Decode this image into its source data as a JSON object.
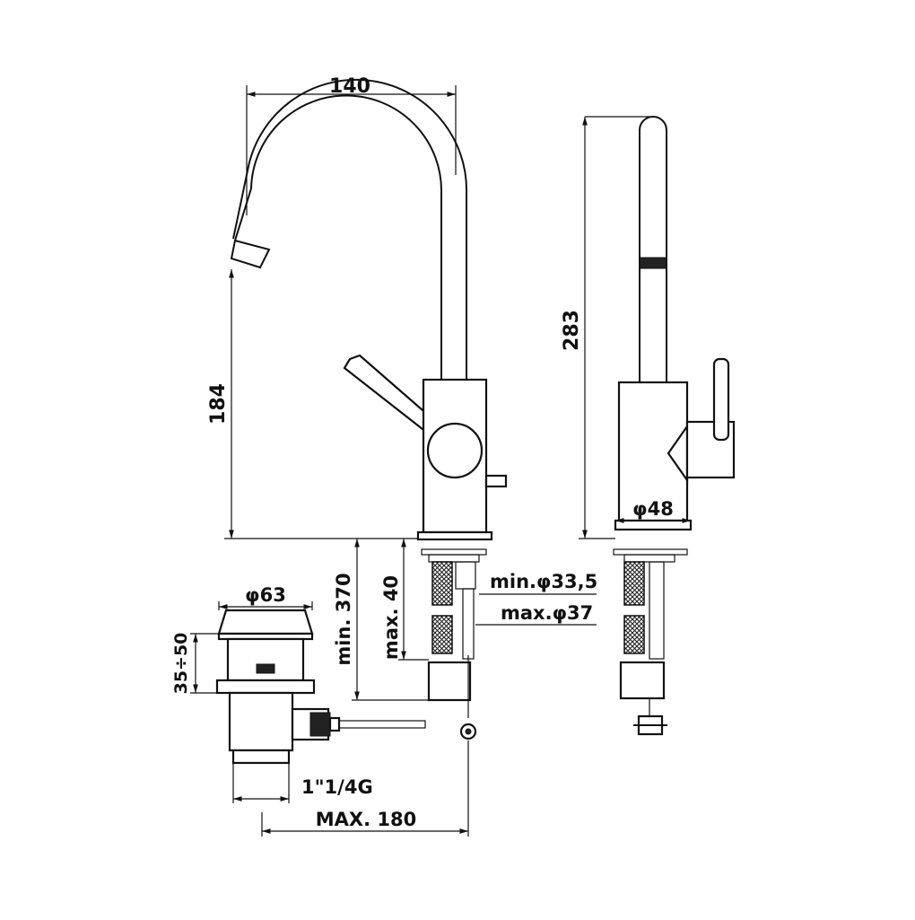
{
  "dimensions": {
    "spout_reach": "140",
    "spout_height": "184",
    "overall_height": "283",
    "base_diameter": "φ48",
    "flex_hose_length": "min. 370",
    "shank_length": "max. 40",
    "hole_min": "min.φ33,5",
    "hole_max": "max.φ37",
    "waste_diameter": "φ63",
    "waste_thickness": "35÷50",
    "waste_thread": "1\"1/4G",
    "rod_length": "MAX. 180"
  }
}
